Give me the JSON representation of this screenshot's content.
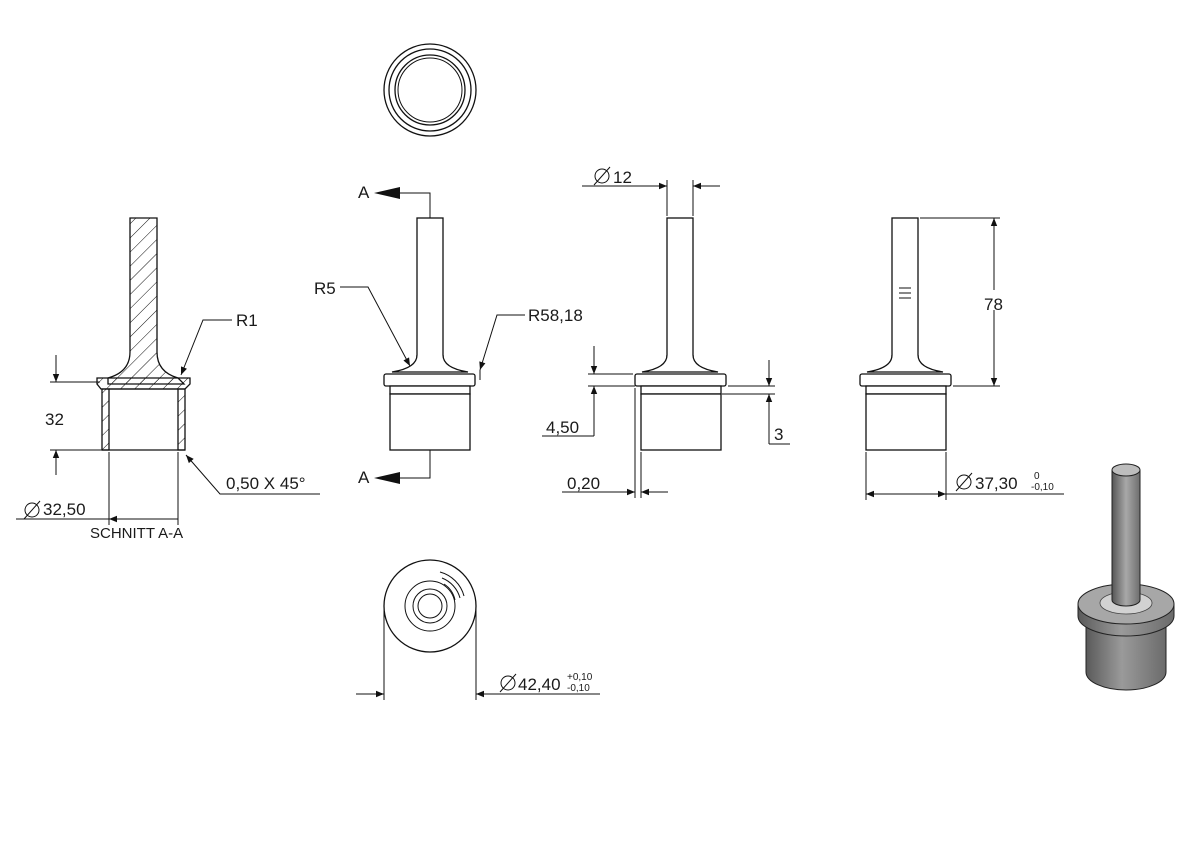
{
  "labels": {
    "section_title": "SCHNITT A-A",
    "dim_32": "32",
    "dim_r1": "R1",
    "dim_chamfer": "0,50 X 45°",
    "dim_dia_3250": "32,50",
    "dim_r5": "R5",
    "dim_r5818": "R58,18",
    "section_mark_top": "A",
    "section_mark_bottom": "A",
    "dim_dia_12": "12",
    "dim_450": "4,50",
    "dim_3": "3",
    "dim_020": "0,20",
    "dim_78": "78",
    "dim_dia_3730": "37,30",
    "tol_3730_upper": "0",
    "tol_3730_lower": "-0,10",
    "dim_dia_4240": "42,40",
    "tol_4240_upper": "+0,10",
    "tol_4240_lower": "-0,10"
  },
  "symbols": {
    "diameter": "diameter-symbol"
  },
  "colors": {
    "line": "#111111",
    "background": "#ffffff",
    "render_body": "#8a8a8a"
  }
}
